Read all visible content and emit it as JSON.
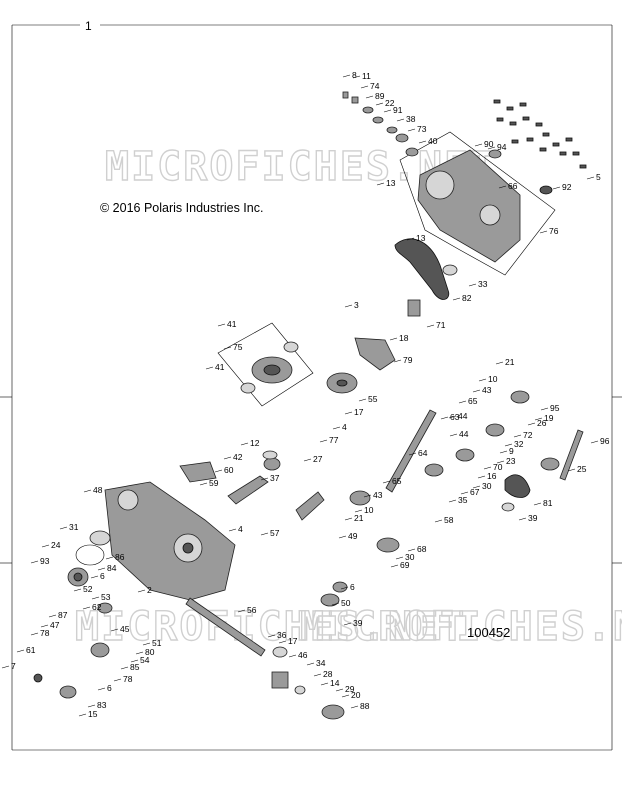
{
  "page": {
    "number": "1"
  },
  "copyright": "© 2016 Polaris Industries Inc.",
  "diagram_id": "100452",
  "watermark": "MICROFICHES.NET",
  "callouts": [
    "8",
    "11",
    "74",
    "89",
    "22",
    "91",
    "38",
    "73",
    "40",
    "90",
    "94",
    "5",
    "13",
    "66",
    "92",
    "76",
    "13",
    "33",
    "82",
    "3",
    "71",
    "18",
    "79",
    "41",
    "75",
    "41",
    "55",
    "17",
    "4",
    "77",
    "12",
    "42",
    "60",
    "59",
    "27",
    "37",
    "57",
    "4",
    "49",
    "48",
    "31",
    "24",
    "93",
    "86",
    "84",
    "6",
    "2",
    "52",
    "53",
    "62",
    "87",
    "47",
    "78",
    "7",
    "61",
    "45",
    "51",
    "80",
    "54",
    "85",
    "78",
    "6",
    "83",
    "15",
    "56",
    "36",
    "17",
    "46",
    "34",
    "28",
    "14",
    "29",
    "20",
    "88",
    "21",
    "10",
    "43",
    "65",
    "44",
    "63",
    "44",
    "64",
    "65",
    "43",
    "10",
    "21",
    "95",
    "19",
    "26",
    "72",
    "32",
    "9",
    "23",
    "70",
    "16",
    "30",
    "67",
    "35",
    "58",
    "68",
    "30",
    "69",
    "6",
    "50",
    "39",
    "96",
    "25",
    "81",
    "39"
  ]
}
